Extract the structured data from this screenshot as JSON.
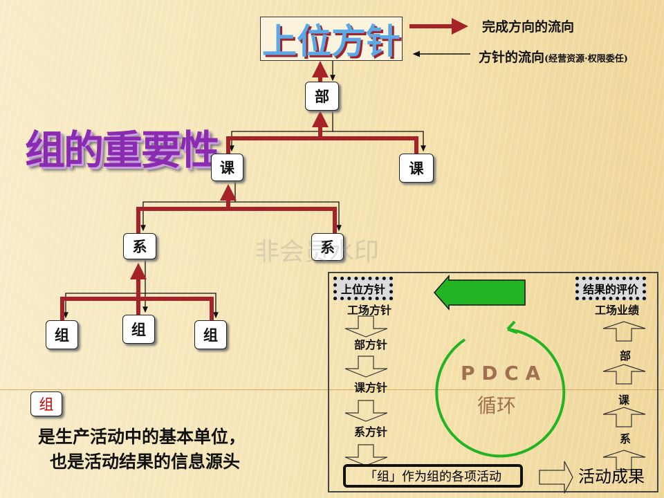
{
  "title": "组的重要性",
  "top_box": "上位方针",
  "legend": {
    "red_arrow": "完成方向的流向",
    "black_arrow": "方针的流向",
    "black_arrow_note": "(经营资源·权限委任)"
  },
  "tree": {
    "bu": "部",
    "ke": [
      "课",
      "课"
    ],
    "xi": [
      "系",
      "系"
    ],
    "zu": [
      "组",
      "组",
      "组"
    ]
  },
  "watermark": "非会员水印",
  "definition": {
    "term": "组",
    "line1": "是生产活动中的基本单位，",
    "line2": "也是活动结果的信息源头"
  },
  "pdca_panel": {
    "left_header": "上位方针",
    "right_header": "结果的评价",
    "left_steps": [
      "工场方针",
      "部方针",
      "课方针",
      "系方针"
    ],
    "right_steps": [
      "工场业绩",
      "部",
      "课",
      "系"
    ],
    "cycle": "P D C A",
    "cycle_label": "循环",
    "group_activity": "「组」作为组的各项活动",
    "result": "活动成果",
    "colors": {
      "green": "#22b422",
      "red": "#a52228"
    }
  }
}
